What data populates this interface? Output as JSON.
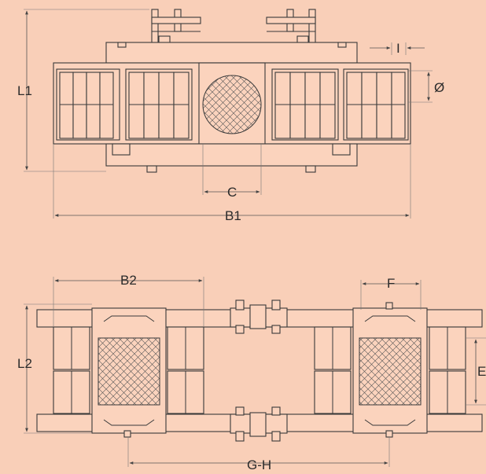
{
  "labels": {
    "l1": "L1",
    "l2": "L2",
    "b1": "B1",
    "b2": "B2",
    "c": "C",
    "i": "I",
    "diameter": "Ø",
    "f": "F",
    "e": "E",
    "gh": "G-H"
  },
  "colors": {
    "background": "#f9cfb8",
    "line": "#3a3a3a",
    "part_fill": "#fbd3bd"
  }
}
